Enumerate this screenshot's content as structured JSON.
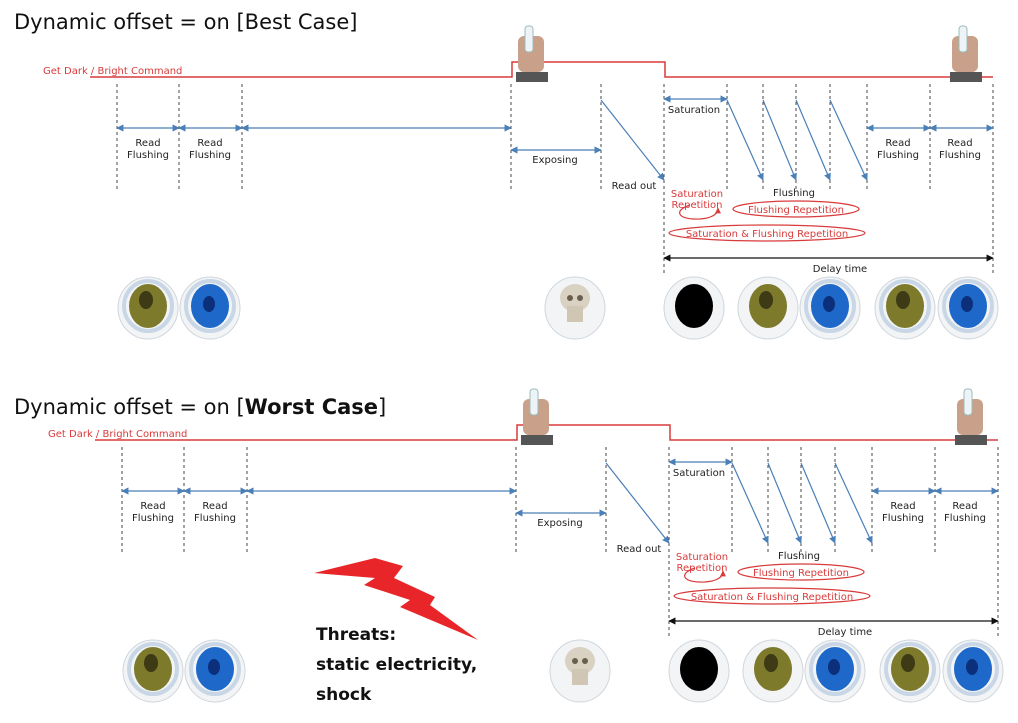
{
  "panels": [
    {
      "id": "best",
      "title_prefix": "Dynamic offset = on [",
      "title_emph": "Best Case",
      "title_suffix": "]",
      "emph_bold": false
    },
    {
      "id": "worst",
      "title_prefix": "Dynamic offset = on [",
      "title_emph": "Worst Case",
      "title_suffix": "]",
      "emph_bold": true
    }
  ],
  "labels": {
    "command": "Get Dark / Bright Command",
    "read": "Read",
    "flushing": "Flushing",
    "exposing": "Exposing",
    "read_out": "Read out",
    "saturation": "Saturation",
    "flushing_word": "Flushing",
    "saturation_rep_1": "Saturation",
    "saturation_rep_2": "Repetition",
    "flushing_rep": "Flushing Repetition",
    "sat_flush_rep": "Saturation & Flushing Repetition",
    "delay_time": "Delay time"
  },
  "threat": {
    "line1": "Threats:",
    "line2": "static electricity,",
    "line3": "shock"
  },
  "colors": {
    "accent_red": "#d93a3a",
    "arrow_blue": "#4a7fb8",
    "olive": "#7d7a2c",
    "blue_detector": "#1d68c9",
    "bolt_red": "#e8262a"
  },
  "thumbnails": [
    "olive-detector",
    "blue-detector",
    "skull-xray",
    "dark-detector",
    "olive-skull-detector",
    "blue-detector",
    "olive-detector",
    "blue-detector"
  ]
}
